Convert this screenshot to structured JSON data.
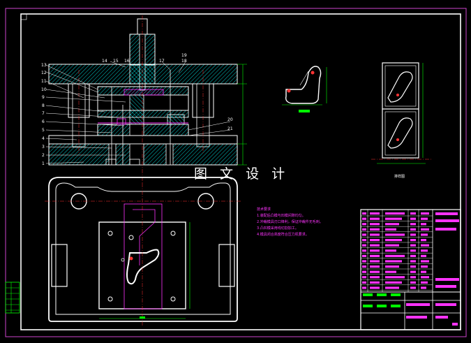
{
  "watermark": "图 文 设 计",
  "part_numbers_left": [
    "13",
    "12",
    "11",
    "10",
    "9",
    "8",
    "7",
    "6",
    "5",
    "4",
    "3",
    "2",
    "1"
  ],
  "part_numbers_top": [
    "14",
    "15",
    "16",
    "17",
    "18",
    "19"
  ],
  "part_numbers_right": [
    "20",
    "21"
  ],
  "tech_requirements": {
    "title": "技术要求",
    "items": [
      "1.装配后凸模与凹模间隙均匀。",
      "2.冲裁模具刃口锋利，保证冲裁件无毛刺。",
      "3.凸凹模采用线切割加工。",
      "4.模具闭合高度符合压力机要求。"
    ]
  },
  "section_label": "排样图",
  "colors": {
    "outline": "#ffffff",
    "hatch": "#00ffff",
    "accent": "#ff33ff",
    "dim": "#00ff00",
    "center": "#ff3333",
    "frame": "#cc44cc"
  }
}
